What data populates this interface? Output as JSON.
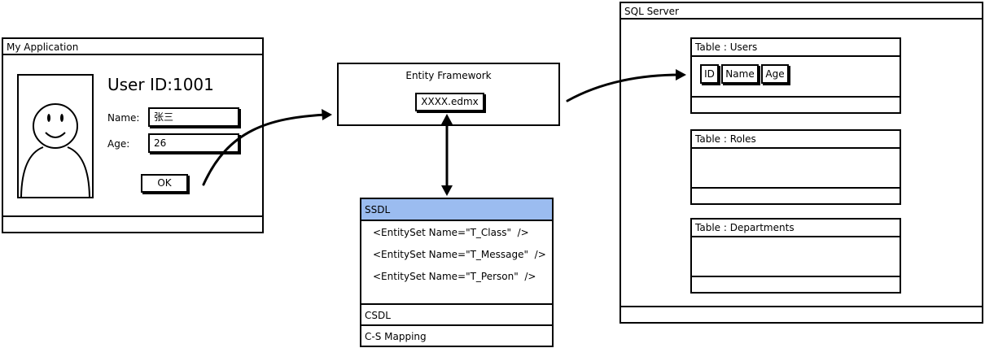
{
  "app_window": {
    "title": "My Application",
    "user_id": "User ID:1001",
    "name_label": "Name:",
    "name_value": "张三",
    "age_label": "Age:",
    "age_value": "26",
    "ok_label": "OK"
  },
  "entity_framework": {
    "title": "Entity Framework",
    "file": "XXXX.edmx"
  },
  "model": {
    "ssdl_label": "SSDL",
    "entity_sets": [
      "<EntitySet Name=\"T_Class\"  />",
      "<EntitySet Name=\"T_Message\"  />",
      "<EntitySet Name=\"T_Person\"  />"
    ],
    "csdl_label": "CSDL",
    "mapping_label": "C-S Mapping",
    "highlight_color": "#9bbcf0"
  },
  "sql_server": {
    "title": "SQL Server",
    "tables": [
      {
        "title": "Table : Users",
        "columns": [
          "ID",
          "Name",
          "Age"
        ]
      },
      {
        "title": "Table : Roles"
      },
      {
        "title": "Table : Departments"
      }
    ]
  }
}
